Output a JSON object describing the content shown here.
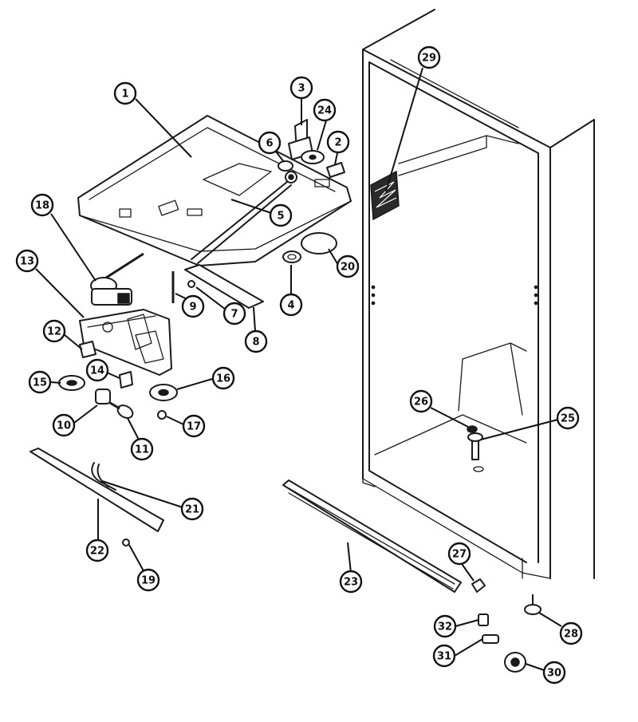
{
  "diagram": {
    "callouts": [
      {
        "id": "1",
        "label": "1"
      },
      {
        "id": "2",
        "label": "2"
      },
      {
        "id": "3",
        "label": "3"
      },
      {
        "id": "4",
        "label": "4"
      },
      {
        "id": "5",
        "label": "5"
      },
      {
        "id": "6",
        "label": "6"
      },
      {
        "id": "7",
        "label": "7"
      },
      {
        "id": "8",
        "label": "8"
      },
      {
        "id": "9",
        "label": "9"
      },
      {
        "id": "10",
        "label": "10"
      },
      {
        "id": "11",
        "label": "11"
      },
      {
        "id": "12",
        "label": "12"
      },
      {
        "id": "13",
        "label": "13"
      },
      {
        "id": "14",
        "label": "14"
      },
      {
        "id": "15",
        "label": "15"
      },
      {
        "id": "16",
        "label": "16"
      },
      {
        "id": "17",
        "label": "17"
      },
      {
        "id": "18",
        "label": "18"
      },
      {
        "id": "19",
        "label": "19"
      },
      {
        "id": "20",
        "label": "20"
      },
      {
        "id": "21",
        "label": "21"
      },
      {
        "id": "22",
        "label": "22"
      },
      {
        "id": "23",
        "label": "23"
      },
      {
        "id": "24",
        "label": "24"
      },
      {
        "id": "25",
        "label": "25"
      },
      {
        "id": "26",
        "label": "26"
      },
      {
        "id": "27",
        "label": "27"
      },
      {
        "id": "28",
        "label": "28"
      },
      {
        "id": "29",
        "label": "29"
      },
      {
        "id": "30",
        "label": "30"
      },
      {
        "id": "31",
        "label": "31"
      },
      {
        "id": "32",
        "label": "32"
      }
    ]
  },
  "colors": {
    "ink": "#1a1a1a",
    "background": "#ffffff"
  }
}
